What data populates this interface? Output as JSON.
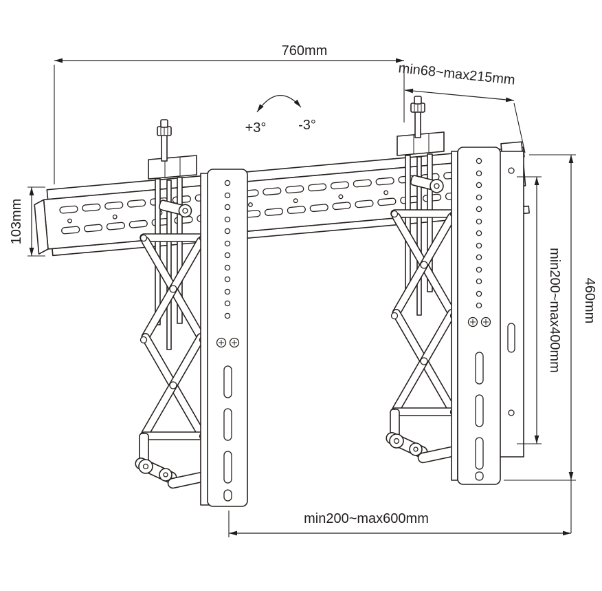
{
  "diagram": {
    "background": "#ffffff",
    "line_color": "#231f20",
    "labels": {
      "top_width": "760mm",
      "depth_range": "min68~max215mm",
      "tilt_positive": "+3°",
      "tilt_negative": "-3°",
      "rail_height": "103mm",
      "vesa_height_range": "min200~max400mm",
      "bracket_height": "460mm",
      "bottom_width_range": "min200~max600mm"
    }
  }
}
